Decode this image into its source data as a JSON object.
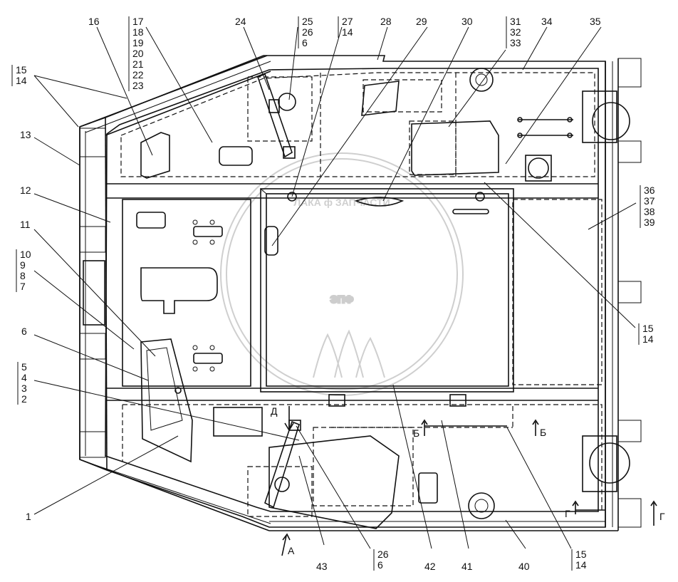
{
  "watermark": {
    "text": "ЭПФ",
    "banner": "ЛАКА ф ЗАПЧАСТИ"
  },
  "callouts": [
    {
      "id": "c16",
      "lines": [
        "16"
      ]
    },
    {
      "id": "c17",
      "lines": [
        "17",
        "18",
        "19",
        "20",
        "21",
        "22",
        "23"
      ]
    },
    {
      "id": "c24",
      "lines": [
        "24"
      ]
    },
    {
      "id": "c25",
      "lines": [
        "25",
        "26",
        "6"
      ]
    },
    {
      "id": "c27",
      "lines": [
        "27",
        "14"
      ]
    },
    {
      "id": "c28",
      "lines": [
        "28"
      ]
    },
    {
      "id": "c29",
      "lines": [
        "29"
      ]
    },
    {
      "id": "c30",
      "lines": [
        "30"
      ]
    },
    {
      "id": "c31",
      "lines": [
        "31",
        "32",
        "33"
      ]
    },
    {
      "id": "c34",
      "lines": [
        "34"
      ]
    },
    {
      "id": "c35",
      "lines": [
        "35"
      ]
    },
    {
      "id": "c15a",
      "lines": [
        "15",
        "14"
      ]
    },
    {
      "id": "c13",
      "lines": [
        "13"
      ]
    },
    {
      "id": "c12",
      "lines": [
        "12"
      ]
    },
    {
      "id": "c11",
      "lines": [
        "11"
      ]
    },
    {
      "id": "c10",
      "lines": [
        "10",
        "9",
        "8",
        "7"
      ]
    },
    {
      "id": "c6a",
      "lines": [
        "6"
      ]
    },
    {
      "id": "c5",
      "lines": [
        "5",
        "4",
        "3",
        "2"
      ]
    },
    {
      "id": "c1",
      "lines": [
        "1"
      ]
    },
    {
      "id": "c36",
      "lines": [
        "36",
        "37",
        "38",
        "39"
      ]
    },
    {
      "id": "c15b",
      "lines": [
        "15",
        "14"
      ]
    },
    {
      "id": "c43",
      "lines": [
        "43"
      ]
    },
    {
      "id": "c26b",
      "lines": [
        "26",
        "6"
      ]
    },
    {
      "id": "c42",
      "lines": [
        "42"
      ]
    },
    {
      "id": "c41",
      "lines": [
        "41"
      ]
    },
    {
      "id": "c40",
      "lines": [
        "40"
      ]
    },
    {
      "id": "c15c",
      "lines": [
        "15",
        "14"
      ]
    }
  ],
  "section_marks": {
    "a": "А",
    "d": "Д",
    "b_left": "Б",
    "b_right": "Б",
    "g_left": "Г",
    "g_right": "Г"
  }
}
